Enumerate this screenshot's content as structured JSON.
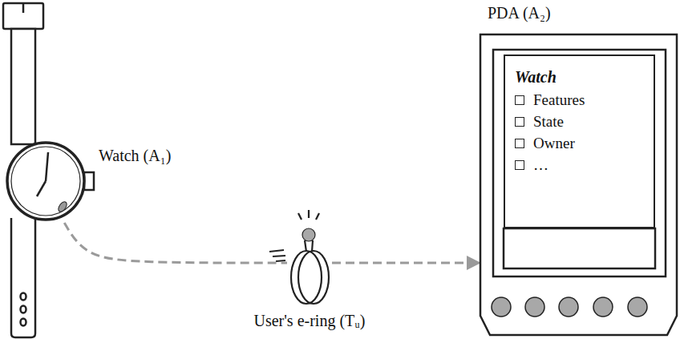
{
  "diagram": {
    "nodes": [
      {
        "text": [
          "Watch (A₁)"
        ]
      },
      {
        "text": [
          "User's e-ring (Tᵤ)"
        ]
      },
      {
        "text": [
          "PDA (A₂)"
        ]
      },
      {
        "text": [
          "Watch",
          "Features",
          "State",
          "Owner",
          "…"
        ],
        "in": 2
      }
    ],
    "edges": [
      {
        "from": 0,
        "to": 1,
        "arrow": "none"
      },
      {
        "from": 1,
        "to": 2,
        "arrow": "to"
      }
    ]
  }
}
